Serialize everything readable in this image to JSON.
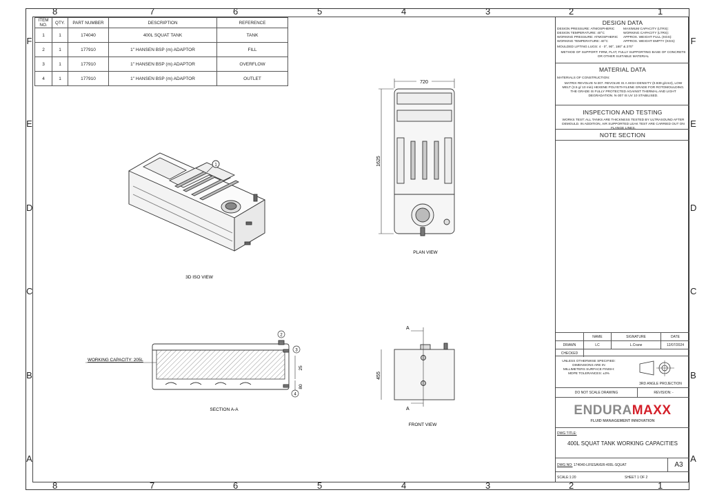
{
  "border": {
    "columns_top": [
      "8",
      "7",
      "6",
      "5",
      "4",
      "3",
      "2",
      "1"
    ],
    "rows_left": [
      "F",
      "E",
      "D",
      "C",
      "B",
      "A"
    ]
  },
  "bom": {
    "headers": [
      "ITEM NO.",
      "QTY.",
      "PART NUMBER",
      "DESCRIPTION",
      "REFERENCE"
    ],
    "rows": [
      [
        "1",
        "1",
        "174040",
        "400L SQUAT TANK",
        "TANK"
      ],
      [
        "2",
        "1",
        "177910",
        "1\" HANSEN BSP (m) ADAPTOR",
        "FILL"
      ],
      [
        "3",
        "1",
        "177910",
        "1\" HANSEN BSP (m) ADAPTOR",
        "OVERFLOW"
      ],
      [
        "4",
        "1",
        "177910",
        "1\" HANSEN BSP (m) ADAPTOR",
        "OUTLET"
      ]
    ]
  },
  "views": {
    "iso_label": "3D ISO VIEW",
    "plan_label": "PLAN VIEW",
    "section_label": "SECTION A-A",
    "front_label": "FRONT VIEW",
    "working_capacity": "WORKING CAPACITY: 205L",
    "dim_width": "720",
    "dim_length": "1625",
    "dim_height": "455",
    "dim_25": "25",
    "dim_80": "80",
    "section_marker": "A",
    "balloons": [
      "1",
      "2",
      "3",
      "4"
    ]
  },
  "design_data": {
    "title": "DESIGN DATA",
    "left": [
      "DESIGN PRESSURE: ATMOSPHERIC",
      "DESIGN TEMPERATURE: 40°C",
      "WORKING PRESSURE: ATMOSPHERIC",
      "WORKING TEMPERATURE: 40°C"
    ],
    "right": [
      "MAXIMUM CAPACITY (LTRS):",
      "WORKING CAPACITY (LTRS):",
      "APPROX. WEIGHT FULL (KGS):",
      "APPROX. WEIGHT EMPTY (KGS):"
    ],
    "lifting": "MOULDED LIFTING LUGS: 4 · 0°, 90°, 180° & 270°",
    "support": "METHOD OF SUPPORT: FIRM, FLAT, FULLY SUPPORTING BASE OF CONCRETE OR OTHER SUITABLE MATERIAL"
  },
  "material_data": {
    "title": "MATERIAL DATA",
    "label": "MATERIALS OF CONSTRUCTION:",
    "text": "MATRIX REVOLVE N-307. REVOLVE IS A HIGH DENSITY (0.939 g/cm3), LOW MELT (3.5 g/ 10 min) HEXENE POLYETHYLENE GRADE FOR ROTOMOULDING. THE GRADE IS FULLY PROTECTED AGAINST THERMAL AND LIGHT DEGRADATION. N-307 IS UV 10 STABILISED."
  },
  "inspection": {
    "title": "INSPECTION AND TESTING",
    "text": "WORKS TEST: ALL TANKS ARE THICKNESS TESTED BY ULTRASOUND AFTER DEMOULD. IN ADDITION, AIR SUPPORTED LEAK TEST ARE CARRIED OUT ON FLANGE LINES."
  },
  "notes": {
    "title": "NOTE SECTION"
  },
  "signoff": {
    "headers": [
      "NAME",
      "SIGNATURE",
      "DATE"
    ],
    "drawn_label": "DRAWN",
    "drawn_name": "LC",
    "drawn_sig": "L.Crane",
    "drawn_date": "12/07/2024",
    "checked_label": "CHECKED"
  },
  "tolerances": "UNLESS OTHERWISE SPECIFIED: DIMENSIONS ARE IN MILLIMETERS SURFACE FINISH: MDPE TOLERANCES: ±3%",
  "projection": "3RD ANGLE PROJECTION",
  "do_not_scale": "DO NOT SCALE DRAWING",
  "revision": "REVISION: -",
  "logo": {
    "part1": "ENDURA",
    "part2": "MAXX",
    "tagline": "FLUID MANAGEMENT INNOVATION",
    "red": "#d4202a",
    "gray": "#8a8a8a"
  },
  "dwg_title_label": "DWG TITLE:",
  "dwg_title": "400L SQUAT TANK WORKING CAPACITIES",
  "dwg_no_label": "DWG NO:",
  "dwg_no": "174040-LIFESAVER-400L-SQUAT",
  "size": "A3",
  "scale": "SCALE:1:20",
  "sheet": "SHEET 1 OF 2"
}
